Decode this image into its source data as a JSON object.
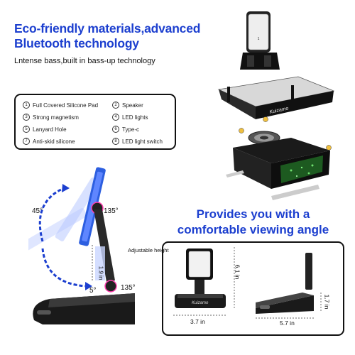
{
  "header": {
    "title_line1": "Eco-friendly materials,advanced",
    "title_line2": "Bluetooth technology",
    "subtitle": "Lntense bass,built in bass-up technology"
  },
  "features": [
    {
      "num": "1",
      "label": "Full Covered Silicone Pad"
    },
    {
      "num": "2",
      "label": "Speaker"
    },
    {
      "num": "3",
      "label": "Strong magnetism"
    },
    {
      "num": "4",
      "label": "LED lights"
    },
    {
      "num": "5",
      "label": "Lanyard Hole"
    },
    {
      "num": "6",
      "label": "Type-c"
    },
    {
      "num": "7",
      "label": "Anti-skid silicone"
    },
    {
      "num": "8",
      "label": "LED light switch"
    }
  ],
  "brand": "Kuizamo",
  "angles": {
    "top_left": "45°",
    "top_right": "135°",
    "bottom_right": "135°",
    "bottom_left": "5°"
  },
  "adjustable": {
    "label": "Adjustable height",
    "value": "1.9 in"
  },
  "viewing": {
    "line1": "Provides you with a",
    "line2": "comfortable viewing angle"
  },
  "dims": {
    "height_upright": "6.1 in",
    "width_upright": "3.7 in",
    "height_folded": "1.7 in",
    "width_folded": "5.7 in"
  },
  "colors": {
    "headline_blue": "#1c3fcf",
    "phone_blue": "#2d5fe0"
  }
}
